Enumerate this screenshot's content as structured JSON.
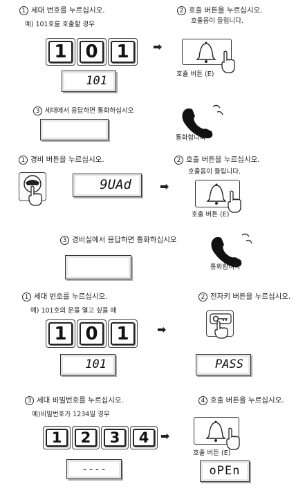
{
  "section1": {
    "step1_num": "1",
    "step1_title": "세대 번호를 누르십시오.",
    "step1_example": "예) 101호를 호출할 경우",
    "keys": [
      "1",
      "0",
      "1"
    ],
    "display": "101",
    "step2_num": "2",
    "step2_title": "호출 버튼을 누르십시오.",
    "step2_sub": "호출음이 들립니다.",
    "call_button_label": "호출 버튼 (E)",
    "step3_num": "3",
    "step3_title": "세대에서 응답하면 통화하십시오",
    "talk_label": "통화합니다"
  },
  "section2": {
    "step1_num": "1",
    "step1_title": "경비 버튼을 누르십시오.",
    "display": "9UAd",
    "step2_num": "2",
    "step2_title": "호출 버튼을 누르십시오.",
    "step2_sub": "호출음이 들립니다.",
    "call_button_label": "호출 버튼 (E)",
    "step3_num": "3",
    "step3_title": "경비실에서 응답하면 통화하십시오",
    "talk_label": "통화합니다"
  },
  "section3": {
    "step1_num": "1",
    "step1_title": "세대 번호를 누르십시오.",
    "step1_example": "예) 101호의 문을 열고 싶을 때",
    "keys": [
      "1",
      "0",
      "1"
    ],
    "display": "101",
    "step2_num": "2",
    "step2_title": "전자키 버튼을 누르십시오.",
    "pass_display": "PASS",
    "step3_num": "3",
    "step3_title": "세대 비밀번호를 누르십시오.",
    "step3_example": "예)비밀번호가 1234일 경우",
    "pw_keys": [
      "1",
      "2",
      "3",
      "4"
    ],
    "pw_display": "----",
    "step4_num": "4",
    "step4_title": "호출 버튼을 누르십시오.",
    "call_button_label": "호출 버튼 (E)",
    "open_display": "oPEn"
  },
  "icons": {
    "arrow": "right-arrow-icon",
    "bell": "bell-icon",
    "hand": "pointing-hand-icon",
    "handset": "phone-handset-icon",
    "guard": "guard-cap-icon",
    "key": "key-icon"
  }
}
